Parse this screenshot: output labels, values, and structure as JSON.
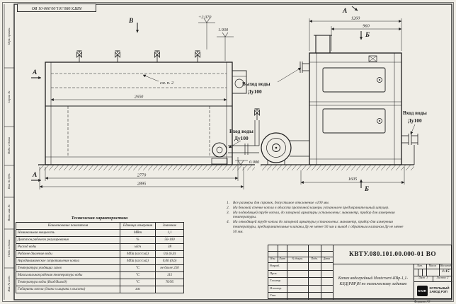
{
  "stamps": {
    "top_doc_number": "КВТУ.080.101.00.000-01 ВО",
    "side": [
      "Перв. примен.",
      "Справ. №",
      "Подп. и дата",
      "Инв. № дубл.",
      "Взам. инв. №",
      "Подп. и дата",
      "Инв. № подл."
    ],
    "format_note": "Формат А3"
  },
  "views": {
    "left": {
      "section_b": "В",
      "section_a_top": "А",
      "section_a_bottom": "А",
      "elev_top": "+2.070",
      "elev_mid": "1.930",
      "elev_zero": "0.000",
      "see_note": "см. п. 2",
      "dim_inner": "2650",
      "dim_mid": "2770",
      "dim_outer": "2895",
      "inlet_label": "Вход воды",
      "inlet_dn": "Ду100"
    },
    "right": {
      "view_label": "А",
      "section_top": "Б",
      "section_bottom": "Б",
      "dim_width_outer": "1260",
      "dim_width_inner": "960",
      "dim_depth": "1605",
      "outlet_label": "Выход воды",
      "outlet_dn": "Ду100",
      "inlet_label": "Вход воды",
      "inlet_dn": "Ду100"
    }
  },
  "tech": {
    "title": "Техническая характеристика",
    "headers": [
      "Наименование показателя",
      "Единица измерения",
      "Значение"
    ],
    "rows": [
      [
        "Номинальная мощность",
        "МВт",
        "1,1"
      ],
      [
        "Диапазон рабочего регулирования",
        "%",
        "50-100"
      ],
      [
        "Расход воды",
        "м3/ч",
        "38"
      ],
      [
        "Рабочее давление воды",
        "МПа (кгс/см2)",
        "0,6 (6,0)"
      ],
      [
        "Аэродинамическое сопротивление котла",
        "МПа (кгс/см2)",
        "0,06 (0,6)"
      ],
      [
        "Температура уходящих газов",
        "°С",
        "не более 250"
      ],
      [
        "Максимальная рабочая температура воды",
        "°С",
        "115"
      ],
      [
        "Температура воды (Вход/Выход)",
        "°С",
        "70/95"
      ],
      [
        "Габариты котла (длина х ширина х высота)",
        "мм",
        ""
      ]
    ]
  },
  "notes": [
    {
      "n": "1.",
      "t": "Все размеры для справок, допустимое отклонение ±100 мм."
    },
    {
      "n": "2.",
      "t": "На боковой стенке котла в области проточной камеры установлен предохранительный штуцер."
    },
    {
      "n": "3.",
      "t": "На подводящей трубе котла, до запорной арматуры установлены: манометр, прибор для измерения температуры."
    },
    {
      "n": "4.",
      "t": "На отводящей трубе котла до запорной арматуры установлены: манометр, прибор для измерения температуры, предохранительные клапаны Ду не менее 50 мм и вывод с обратным клапаном Ду не менее 50 мм."
    }
  ],
  "title_block": {
    "doc_number": "КВТУ.080.101.00.000-01 ВО",
    "product_name": "Котел водогрейный Heaterxert-КВр-1,1-КБД(РВР)И по техническому заданию",
    "header_cols": [
      "Изм.",
      "Лист",
      "№ докум.",
      "Подп.",
      "Дата"
    ],
    "sig_rows": [
      "Разраб.",
      "Пров.",
      "Т.контр.",
      "Н.контр.",
      "Утв."
    ],
    "lit_label": "Лит.",
    "mass_label": "Масса",
    "scale_label": "Масштаб",
    "scale_value": "1:15",
    "sheet_label": "Лист",
    "sheet_value": "1",
    "sheets_label": "Листов",
    "sheets_value": "2",
    "logo_text": "KVZR",
    "company_line1": "КОТЕЛЬНЫЙ",
    "company_line2": "ЗАВОД РЭП"
  }
}
